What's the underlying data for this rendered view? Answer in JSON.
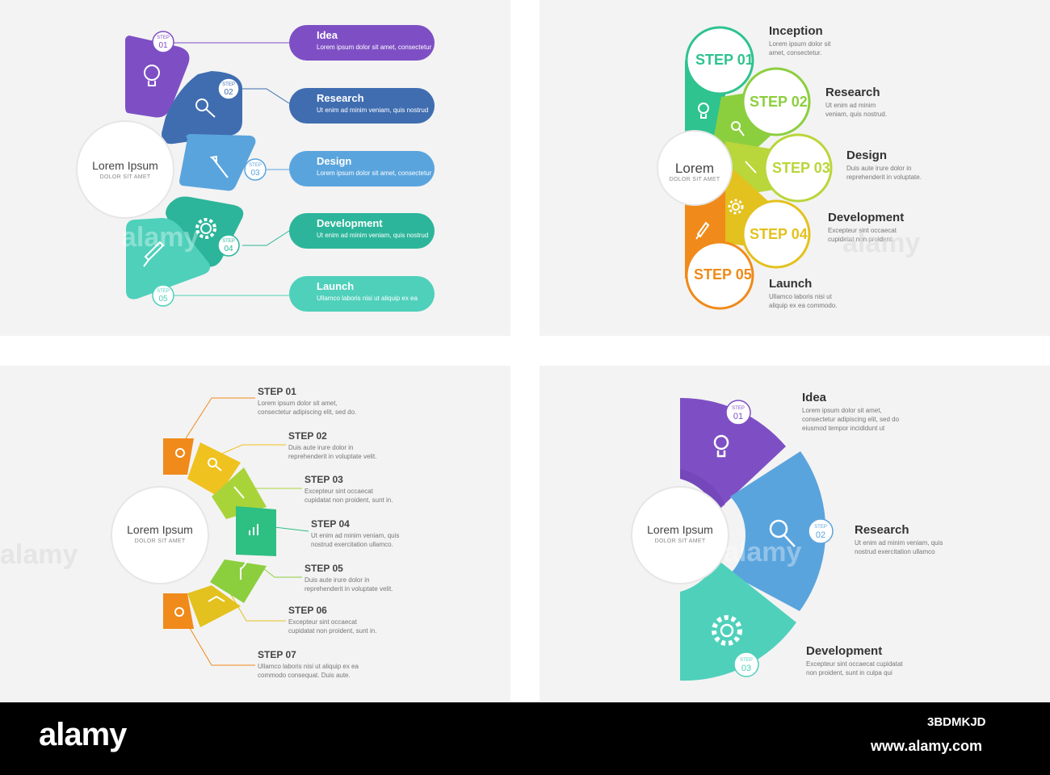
{
  "panel1": {
    "center_title": "Lorem Ipsum",
    "center_sub": "DOLOR SIT AMET",
    "steps": [
      {
        "badge_word": "STEP",
        "badge_num": "01",
        "title": "Idea",
        "desc": "Lorem ipsum dolor sit amet, consectetur",
        "color": "#7e4fc4"
      },
      {
        "badge_word": "STEP",
        "badge_num": "02",
        "title": "Research",
        "desc": "Ut enim ad minim veniam, quis nostrud",
        "color": "#3f6db0"
      },
      {
        "badge_word": "STEP",
        "badge_num": "03",
        "title": "Design",
        "desc": "Lorem ipsum dolor sit amet, consectetur",
        "color": "#5aa4dd"
      },
      {
        "badge_word": "STEP",
        "badge_num": "04",
        "title": "Development",
        "desc": "Ut enim ad minim veniam, quis nostrud",
        "color": "#2cb59a"
      },
      {
        "badge_word": "STEP",
        "badge_num": "05",
        "title": "Launch",
        "desc": "Ullamco laboris nisi ut aliquip ex ea",
        "color": "#4fd0bb"
      }
    ]
  },
  "panel2": {
    "center_title": "Lorem",
    "center_sub": "DOLOR SIT AMET",
    "steps": [
      {
        "label": "STEP 01",
        "title": "Inception",
        "desc": [
          "Lorem ipsum dolor sit",
          "amet, consectetur."
        ],
        "color": "#2ec38f"
      },
      {
        "label": "STEP 02",
        "title": "Research",
        "desc": [
          "Ut enim ad minim",
          "veniam, quis nostrud."
        ],
        "color": "#8ccf3e"
      },
      {
        "label": "STEP 03",
        "title": "Design",
        "desc": [
          "Duis aute irure dolor in",
          "reprehenderit in voluptate."
        ],
        "color": "#b9d63a"
      },
      {
        "label": "STEP 04",
        "title": "Development",
        "desc": [
          "Excepteur sint occaecat",
          "cupidatat non proident."
        ],
        "color": "#e3c11e"
      },
      {
        "label": "STEP 05",
        "title": "Launch",
        "desc": [
          "Ullamco laboris nisi ut",
          "aliquip ex ea commodo."
        ],
        "color": "#f08a1a"
      }
    ]
  },
  "panel3": {
    "center_title": "Lorem Ipsum",
    "center_sub": "DOLOR SIT AMET",
    "steps": [
      {
        "title": "STEP 01",
        "desc": [
          "Lorem ipsum dolor sit amet,",
          "consectetur adipiscing elit, sed do."
        ],
        "color": "#f08a1a"
      },
      {
        "title": "STEP 02",
        "desc": [
          "Duis aute irure dolor in",
          "reprehenderit in voluptate velit."
        ],
        "color": "#efc21f"
      },
      {
        "title": "STEP 03",
        "desc": [
          "Excepteur sint occaecat",
          "cupidatat non proident, sunt in."
        ],
        "color": "#a8d43a"
      },
      {
        "title": "STEP 04",
        "desc": [
          "Ut enim ad minim veniam, quis",
          "nostrud exercitation ullamco."
        ],
        "color": "#2ebf82"
      },
      {
        "title": "STEP 05",
        "desc": [
          "Duis aute irure dolor in",
          "reprehenderit in voluptate velit."
        ],
        "color": "#8ccf3e"
      },
      {
        "title": "STEP 06",
        "desc": [
          "Excepteur sint occaecat",
          "cupidatat non proident, sunt in."
        ],
        "color": "#e3c11e"
      },
      {
        "title": "STEP 07",
        "desc": [
          "Ullamco laboris nisi ut aliquip ex ea",
          "commodo consequat. Duis aute."
        ],
        "color": "#f08a1a"
      }
    ]
  },
  "panel4": {
    "center_title": "Lorem Ipsum",
    "center_sub": "DOLOR SIT AMET",
    "steps": [
      {
        "badge_word": "STEP",
        "badge_num": "01",
        "title": "Idea",
        "desc": [
          "Lorem ipsum dolor sit amet,",
          "consectetur adipiscing elit, sed do",
          "eiusmod tempor incididunt ut"
        ],
        "color": "#7e4fc4"
      },
      {
        "badge_word": "STEP",
        "badge_num": "02",
        "title": "Research",
        "desc": [
          "Ut enim ad minim veniam, quis",
          "nostrud exercitation ullamco"
        ],
        "color": "#5aa4dd"
      },
      {
        "badge_word": "STEP",
        "badge_num": "03",
        "title": "Development",
        "desc": [
          "Excepteur sint occaecat cupidatat",
          "non proident, sunt in culpa qui"
        ],
        "color": "#4fd0bb"
      }
    ]
  },
  "watermark": "alamy",
  "footer": {
    "logo": "alamy",
    "image_id": "3BDMKJD",
    "site": "www.alamy.com"
  }
}
